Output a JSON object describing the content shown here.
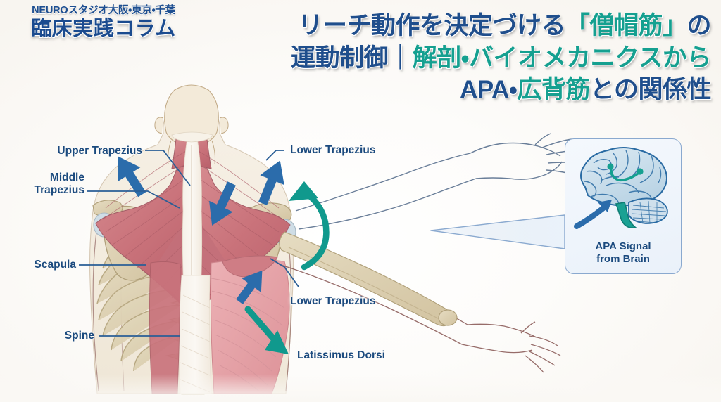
{
  "brand": {
    "top_line": "NEUROスタジオ大阪・東京・千葉",
    "main_line": "臨床実践コラム"
  },
  "headline": {
    "line1": [
      {
        "text": "リーチ動作を決定づける",
        "color": "#1f4e8c"
      },
      {
        "text": "「僧帽筋」",
        "color": "#15a090"
      },
      {
        "text": "の",
        "color": "#1f4e8c"
      }
    ],
    "line2": [
      {
        "text": "運動制御｜",
        "color": "#1f4e8c"
      },
      {
        "text": "解剖・バイオメカニクスから",
        "color": "#15a090"
      }
    ],
    "line3": [
      {
        "text": "APA・",
        "color": "#1f4e8c"
      },
      {
        "text": "広背筋",
        "color": "#15a090"
      },
      {
        "text": "との関係性",
        "color": "#1f4e8c"
      }
    ],
    "plain_text": "リーチ動作を決定づける「僧帽筋」の運動制御｜解剖・バイオメカニクスからAPA・広背筋との関係性"
  },
  "labels": {
    "upper_trapezius": "Upper Trapezius",
    "middle_trapezius_l1": "Middle",
    "middle_trapezius_l2": "Trapezius",
    "scapula": "Scapula",
    "spine": "Spine",
    "lower_trapezius_top": "Lower Trapezius",
    "lower_trapezius_bottom": "Lower Trapezius",
    "latissimus_dorsi": "Latissimus Dorsi"
  },
  "inset": {
    "caption_l1": "APA Signal",
    "caption_l2": "from Brain"
  },
  "colors": {
    "navy": "#1f4e8c",
    "teal": "#15a090",
    "label_navy": "#1b4a7e",
    "background": "#faf8f4",
    "muscle_red": "#c9727a",
    "muscle_pink": "#e7a7ad",
    "bone": "#ddd0b0",
    "skin": "#efe3cf",
    "arrow_blue": "#2b6cab",
    "arrow_teal": "#10998d",
    "inset_border": "#8aa9cf",
    "brain_fill": "#cfe0ec",
    "brain_stroke": "#2a6ba3"
  }
}
